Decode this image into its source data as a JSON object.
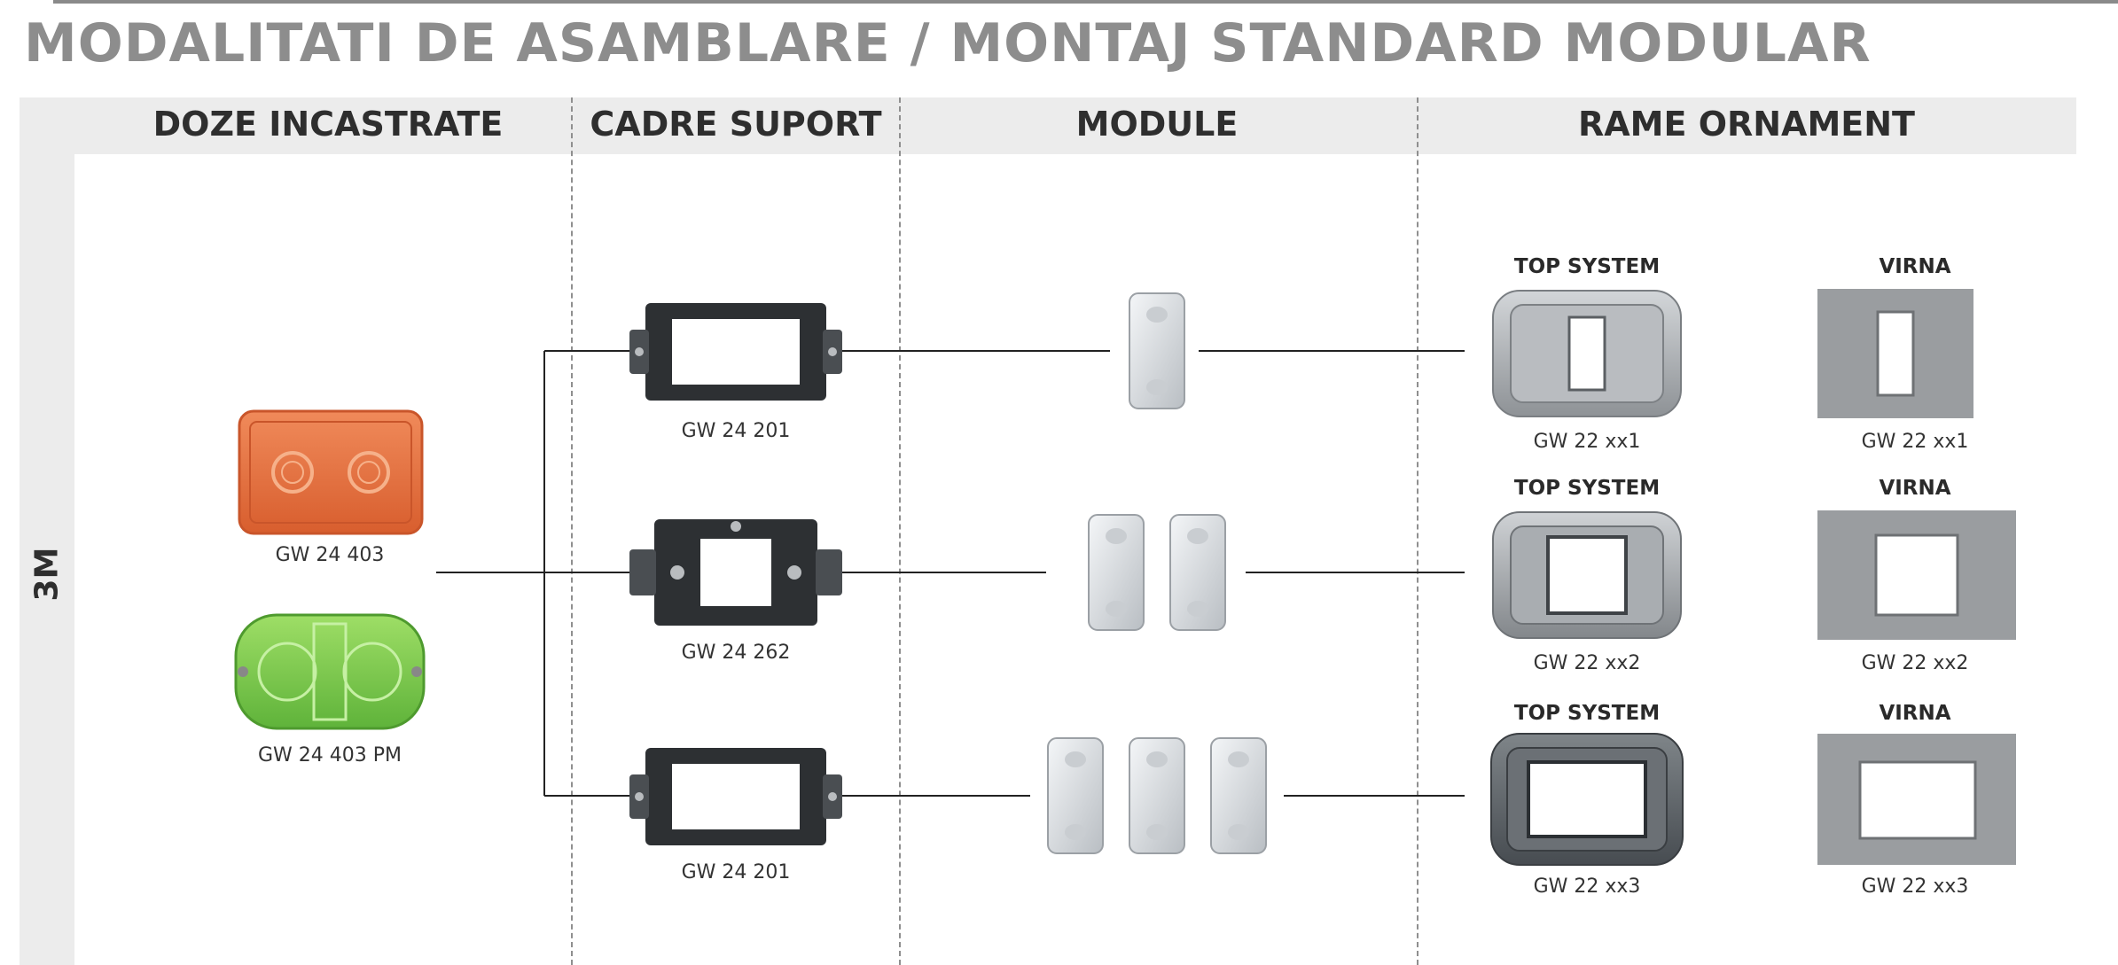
{
  "title": "MODALITATI DE ASAMBLARE / MONTAJ STANDARD MODULAR",
  "columns": [
    "DOZE INCASTRATE",
    "CADRE SUPORT",
    "MODULE",
    "RAME ORNAMENT"
  ],
  "row_label": "3M",
  "boxes": [
    {
      "code": "GW 24 403",
      "color": "#e86f3e"
    },
    {
      "code": "GW 24 403 PM",
      "color": "#7fcb45"
    }
  ],
  "frames": [
    {
      "code": "GW 24 201"
    },
    {
      "code": "GW 24 262"
    },
    {
      "code": "GW 24 201"
    }
  ],
  "modules": [
    {
      "count": 1
    },
    {
      "count": 2
    },
    {
      "count": 3
    }
  ],
  "plates": [
    {
      "series_a": "TOP SYSTEM",
      "code_a": "GW 22 xx1",
      "series_b": "VIRNA",
      "code_b": "GW 22 xx1"
    },
    {
      "series_a": "TOP SYSTEM",
      "code_a": "GW 22 xx2",
      "series_b": "VIRNA",
      "code_b": "GW 22 xx2"
    },
    {
      "series_a": "TOP SYSTEM",
      "code_a": "GW 22 xx3",
      "series_b": "VIRNA",
      "code_b": "GW 22 xx3"
    }
  ],
  "colors": {
    "title": "#8d8d8d",
    "band": "#ececec",
    "frame_dark": "#2d3033",
    "plate_silver": "#a9acb0",
    "virna_gray": "#9a9da0"
  }
}
